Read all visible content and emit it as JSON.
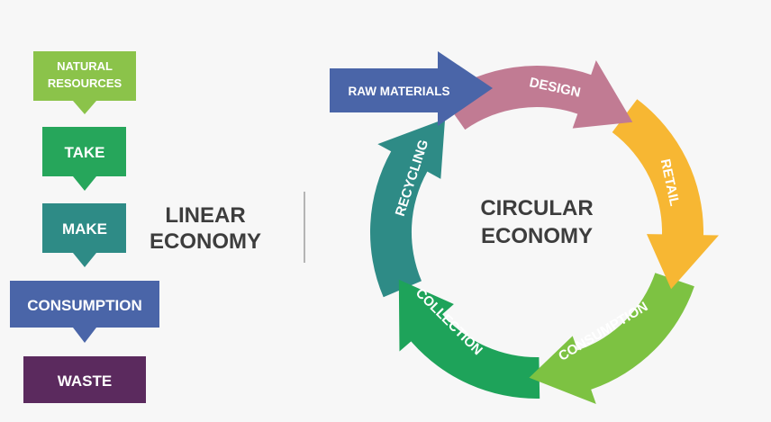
{
  "linear": {
    "steps": [
      {
        "lines": [
          "NATURAL",
          "RESOURCES"
        ],
        "color": "#8bc34a"
      },
      {
        "lines": [
          "TAKE"
        ],
        "color": "#26a65b"
      },
      {
        "lines": [
          "MAKE"
        ],
        "color": "#2e8b86"
      },
      {
        "lines": [
          "CONSUMPTION"
        ],
        "color": "#4a65a8"
      },
      {
        "lines": [
          "WASTE"
        ],
        "color": "#5b2a5e"
      }
    ],
    "title_lines": [
      "LINEAR",
      "ECONOMY"
    ]
  },
  "circular": {
    "title_lines": [
      "CIRCULAR",
      "ECONOMY"
    ],
    "raw_materials": {
      "label": "RAW MATERIALS",
      "color": "#4a65a8"
    },
    "segments": [
      {
        "label": "DESIGN",
        "color": "#c17b93"
      },
      {
        "label": "RETAIL",
        "color": "#f7b733"
      },
      {
        "label": "CONSUMPTION",
        "color": "#7dc242"
      },
      {
        "label": "COLLECTION",
        "color": "#1ea35a"
      },
      {
        "label": "RECYCLING",
        "color": "#2e8b86"
      }
    ]
  },
  "colors": {
    "background": "#f7f7f7",
    "divider": "#b5b5b5",
    "title_text": "#3d3d3d"
  }
}
